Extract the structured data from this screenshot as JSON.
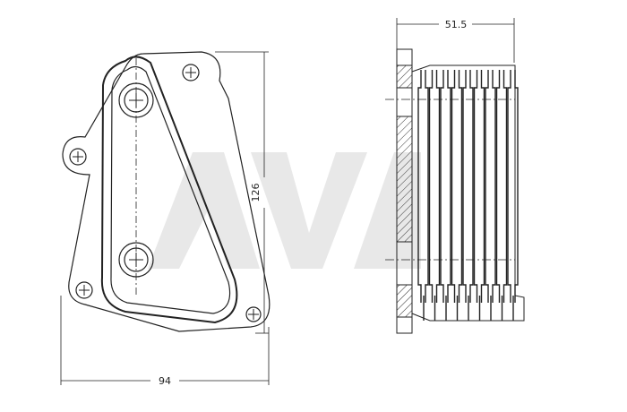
{
  "watermark": "AVA",
  "dimensions": {
    "width_front": "94",
    "height_front": "126",
    "depth_side": "51.5"
  },
  "views": [
    "front-view",
    "side-view"
  ],
  "side_view_fin_count": 9
}
